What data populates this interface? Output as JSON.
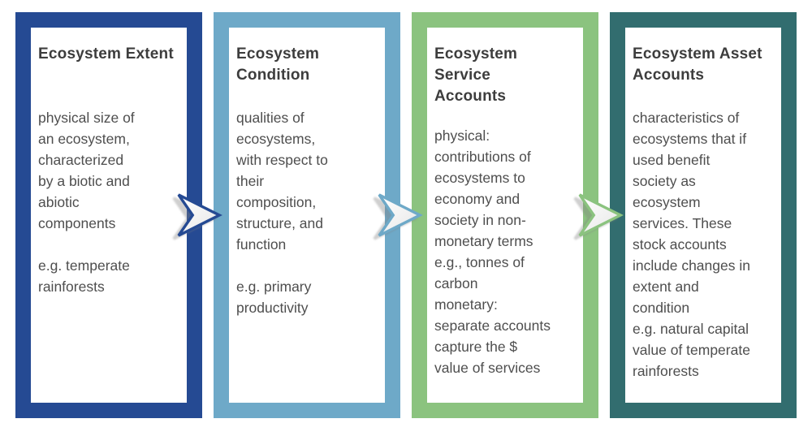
{
  "page": {
    "background_color": "#ffffff",
    "title_text_color": "#3d3d3d",
    "body_text_color": "#4e4e4e"
  },
  "cards": [
    {
      "id": "ecosystem-extent",
      "border_color": "#254a93",
      "title": "Ecosystem Extent",
      "paragraphs": [
        "physical size of\nan ecosystem,\ncharacterized\nby a biotic and\nabiotic\ncomponents",
        "e.g. temperate\nrainforests"
      ]
    },
    {
      "id": "ecosystem-condition",
      "border_color": "#6ea9c8",
      "title": "Ecosystem\nCondition",
      "paragraphs": [
        "qualities of\necosystems,\nwith respect to\ntheir\ncomposition,\nstructure, and\nfunction",
        "e.g. primary\nproductivity"
      ]
    },
    {
      "id": "ecosystem-service-accounts",
      "border_color": "#8bc37f",
      "title": "Ecosystem Service\nAccounts",
      "paragraphs": [
        "physical:\ncontributions of\necosystems to\neconomy and\nsociety in non-\nmonetary terms\ne.g., tonnes of\ncarbon\nmonetary:\nseparate accounts\ncapture the $\nvalue of services"
      ]
    },
    {
      "id": "ecosystem-asset-accounts",
      "border_color": "#326d6f",
      "title": "Ecosystem Asset\nAccounts",
      "paragraphs": [
        "characteristics of\necosystems that if\nused benefit\nsociety as\necosystem\nservices. These\nstock accounts\ninclude changes in\nextent and\ncondition\ne.g. natural capital\nvalue of temperate\nrainforests"
      ]
    }
  ],
  "arrows": [
    {
      "name": "arrow-extent-to-condition",
      "outline_color": "#254a93",
      "fill_color": "#f2f2f2"
    },
    {
      "name": "arrow-condition-to-service",
      "outline_color": "#6ea9c8",
      "fill_color": "#f2f2f2"
    },
    {
      "name": "arrow-service-to-asset",
      "outline_color": "#8bc37f",
      "fill_color": "#f2f2f2"
    }
  ]
}
